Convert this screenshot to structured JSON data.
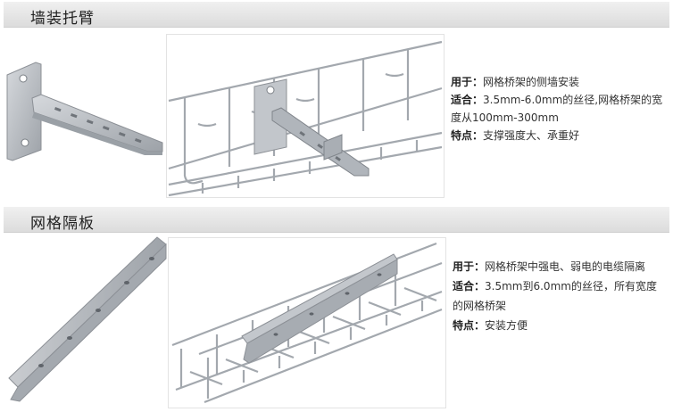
{
  "sections": [
    {
      "title": "墙装托臂",
      "desc": [
        {
          "label": "用于：",
          "text": "网格桥架的侧墙安装"
        },
        {
          "label": "适合：",
          "text": "3.5mm-6.0mm的丝径,网格桥架的宽度从100mm-300mm"
        },
        {
          "label": "特点：",
          "text": "支撑强度大、承重好"
        }
      ]
    },
    {
      "title": "网格隔板",
      "desc": [
        {
          "label": "用于：",
          "text": "网格桥架中强电、弱电的电缆隔离"
        },
        {
          "label": "适合：",
          "text": "3.5mm到6.0mm的丝径，所有宽度的网格桥架"
        },
        {
          "label": "特点：",
          "text": "安装方便"
        }
      ]
    }
  ],
  "colors": {
    "header_bg": "#e4e4e4",
    "metal": "#b8bcc2",
    "metal_dark": "#8c9096",
    "wire": "#9aa0a6"
  }
}
